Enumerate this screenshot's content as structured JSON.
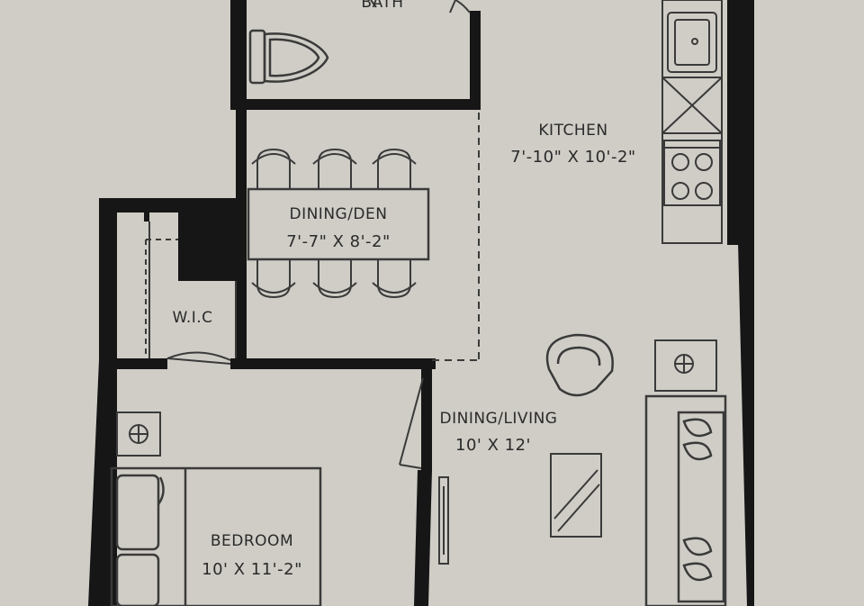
{
  "colors": {
    "paper": "#cfcdc6",
    "wall": "#161616",
    "line": "#3a3a3a",
    "text": "#2a2a2a"
  },
  "rooms": {
    "bath": {
      "label": "BATH"
    },
    "kitchen": {
      "label": "KITCHEN",
      "dims": "7'-10\" X 10'-2\""
    },
    "dining_den": {
      "label": "DINING/DEN",
      "dims": "7'-7\" X 8'-2\""
    },
    "wic": {
      "label": "W.I.C"
    },
    "dining_living": {
      "label": "DINING/LIVING",
      "dims": "10' X 12'"
    },
    "bedroom": {
      "label": "BEDROOM",
      "dims": "10' X 11'-2\""
    }
  },
  "icons": {
    "toilet": "toilet-icon",
    "sink": "sink-icon",
    "fridge": "refrigerator-icon",
    "stove": "stove-icon",
    "chair": "chair-icon",
    "table": "dining-table-icon",
    "armchair": "armchair-icon",
    "sofa": "sofa-icon",
    "coffee_table": "coffee-table-icon",
    "side_table": "side-table-icon",
    "bed": "bed-icon",
    "tv": "tv-icon"
  }
}
